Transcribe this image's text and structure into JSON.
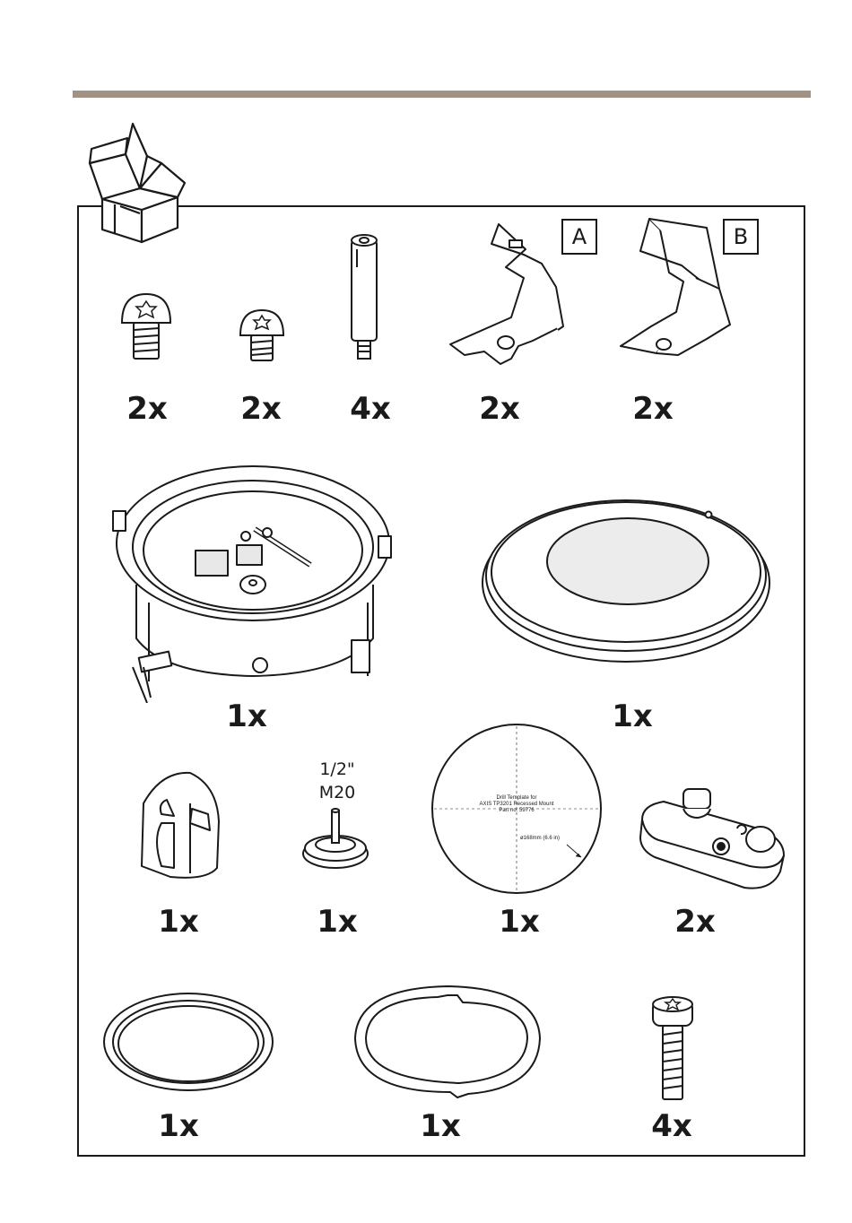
{
  "quantities": {
    "screw_large": "2x",
    "screw_small": "2x",
    "standoff": "4x",
    "clip_a": "2x",
    "clip_b": "2x",
    "recessed_housing": "1x",
    "cover_ring": "1x",
    "tool_bit": "1x",
    "cable_gland": "1x",
    "drill_template": "1x",
    "foam_block": "2x",
    "gasket_round": "1x",
    "gasket_notched": "1x",
    "long_screw": "4x"
  },
  "clip_labels": {
    "a": "A",
    "b": "B"
  },
  "gland": {
    "size_inch": "1/2\"",
    "size_metric": "M20"
  },
  "template": {
    "line1": "Drill Template for",
    "line2": "AXIS TP3201 Recessed Mount",
    "line3": "Part no. 59776",
    "diameter": "ø168mm (6.6 in)"
  }
}
